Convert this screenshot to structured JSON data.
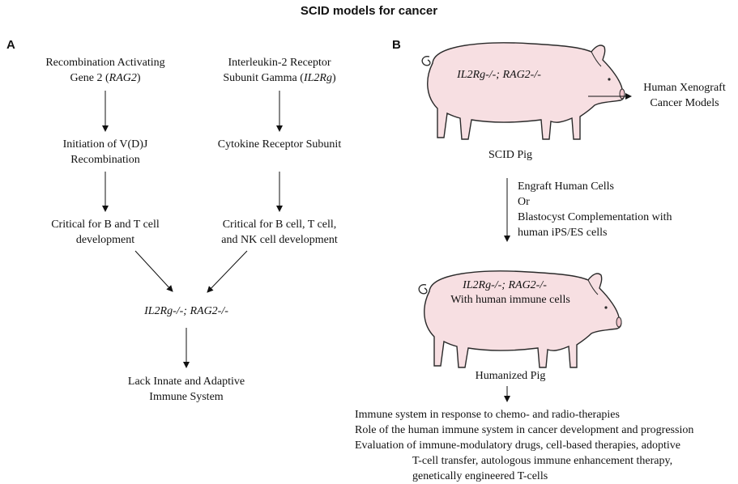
{
  "title": "SCID models for cancer",
  "panelA": {
    "label": "A",
    "rag2_line1": "Recombination Activating",
    "rag2_line2a": "Gene 2 (",
    "rag2_line2b": "RAG2",
    "rag2_line2c": ")",
    "il2_line1": "Interleukin-2 Receptor",
    "il2_line2a": "Subunit Gamma (",
    "il2_line2b": "IL2Rg",
    "il2_line2c": ")",
    "vdj_line1": "Initiation of V(D)J",
    "vdj_line2": "Recombination",
    "cytokine": "Cytokine Receptor Subunit",
    "bt_line1": "Critical for B and T cell",
    "bt_line2": "development",
    "btnk_line1": "Critical for B cell, T cell,",
    "btnk_line2": "and NK cell development",
    "genotype": "IL2Rg-/-; RAG2-/-",
    "lack_line1": "Lack Innate and Adaptive",
    "lack_line2": "Immune System"
  },
  "panelB": {
    "label": "B",
    "pig1_genotype": "IL2Rg-/-; RAG2-/-",
    "scid_pig": "SCID Pig",
    "xeno_line1": "Human Xenograft",
    "xeno_line2": "Cancer Models",
    "engraft_line1": "Engraft Human Cells",
    "engraft_line2": "Or",
    "engraft_line3": "Blastocyst Complementation with",
    "engraft_line4": "human iPS/ES cells",
    "pig2_genotype": "IL2Rg-/-; RAG2-/-",
    "pig2_line2": "With human immune cells",
    "humanized_pig": "Humanized Pig",
    "bullets": [
      "Immune system in response to chemo- and radio-therapies",
      "Role of the human immune system in cancer development and progression",
      "Evaluation of immune-modulatory drugs, cell-based therapies, adoptive"
    ],
    "bullet_cont1": "T-cell transfer, autologous immune enhancement therapy,",
    "bullet_cont2": "genetically engineered T-cells"
  },
  "colors": {
    "pig_body": "#f7dfe2",
    "pig_outline": "#2a2a2a",
    "text": "#111111",
    "arrow": "#111111"
  }
}
